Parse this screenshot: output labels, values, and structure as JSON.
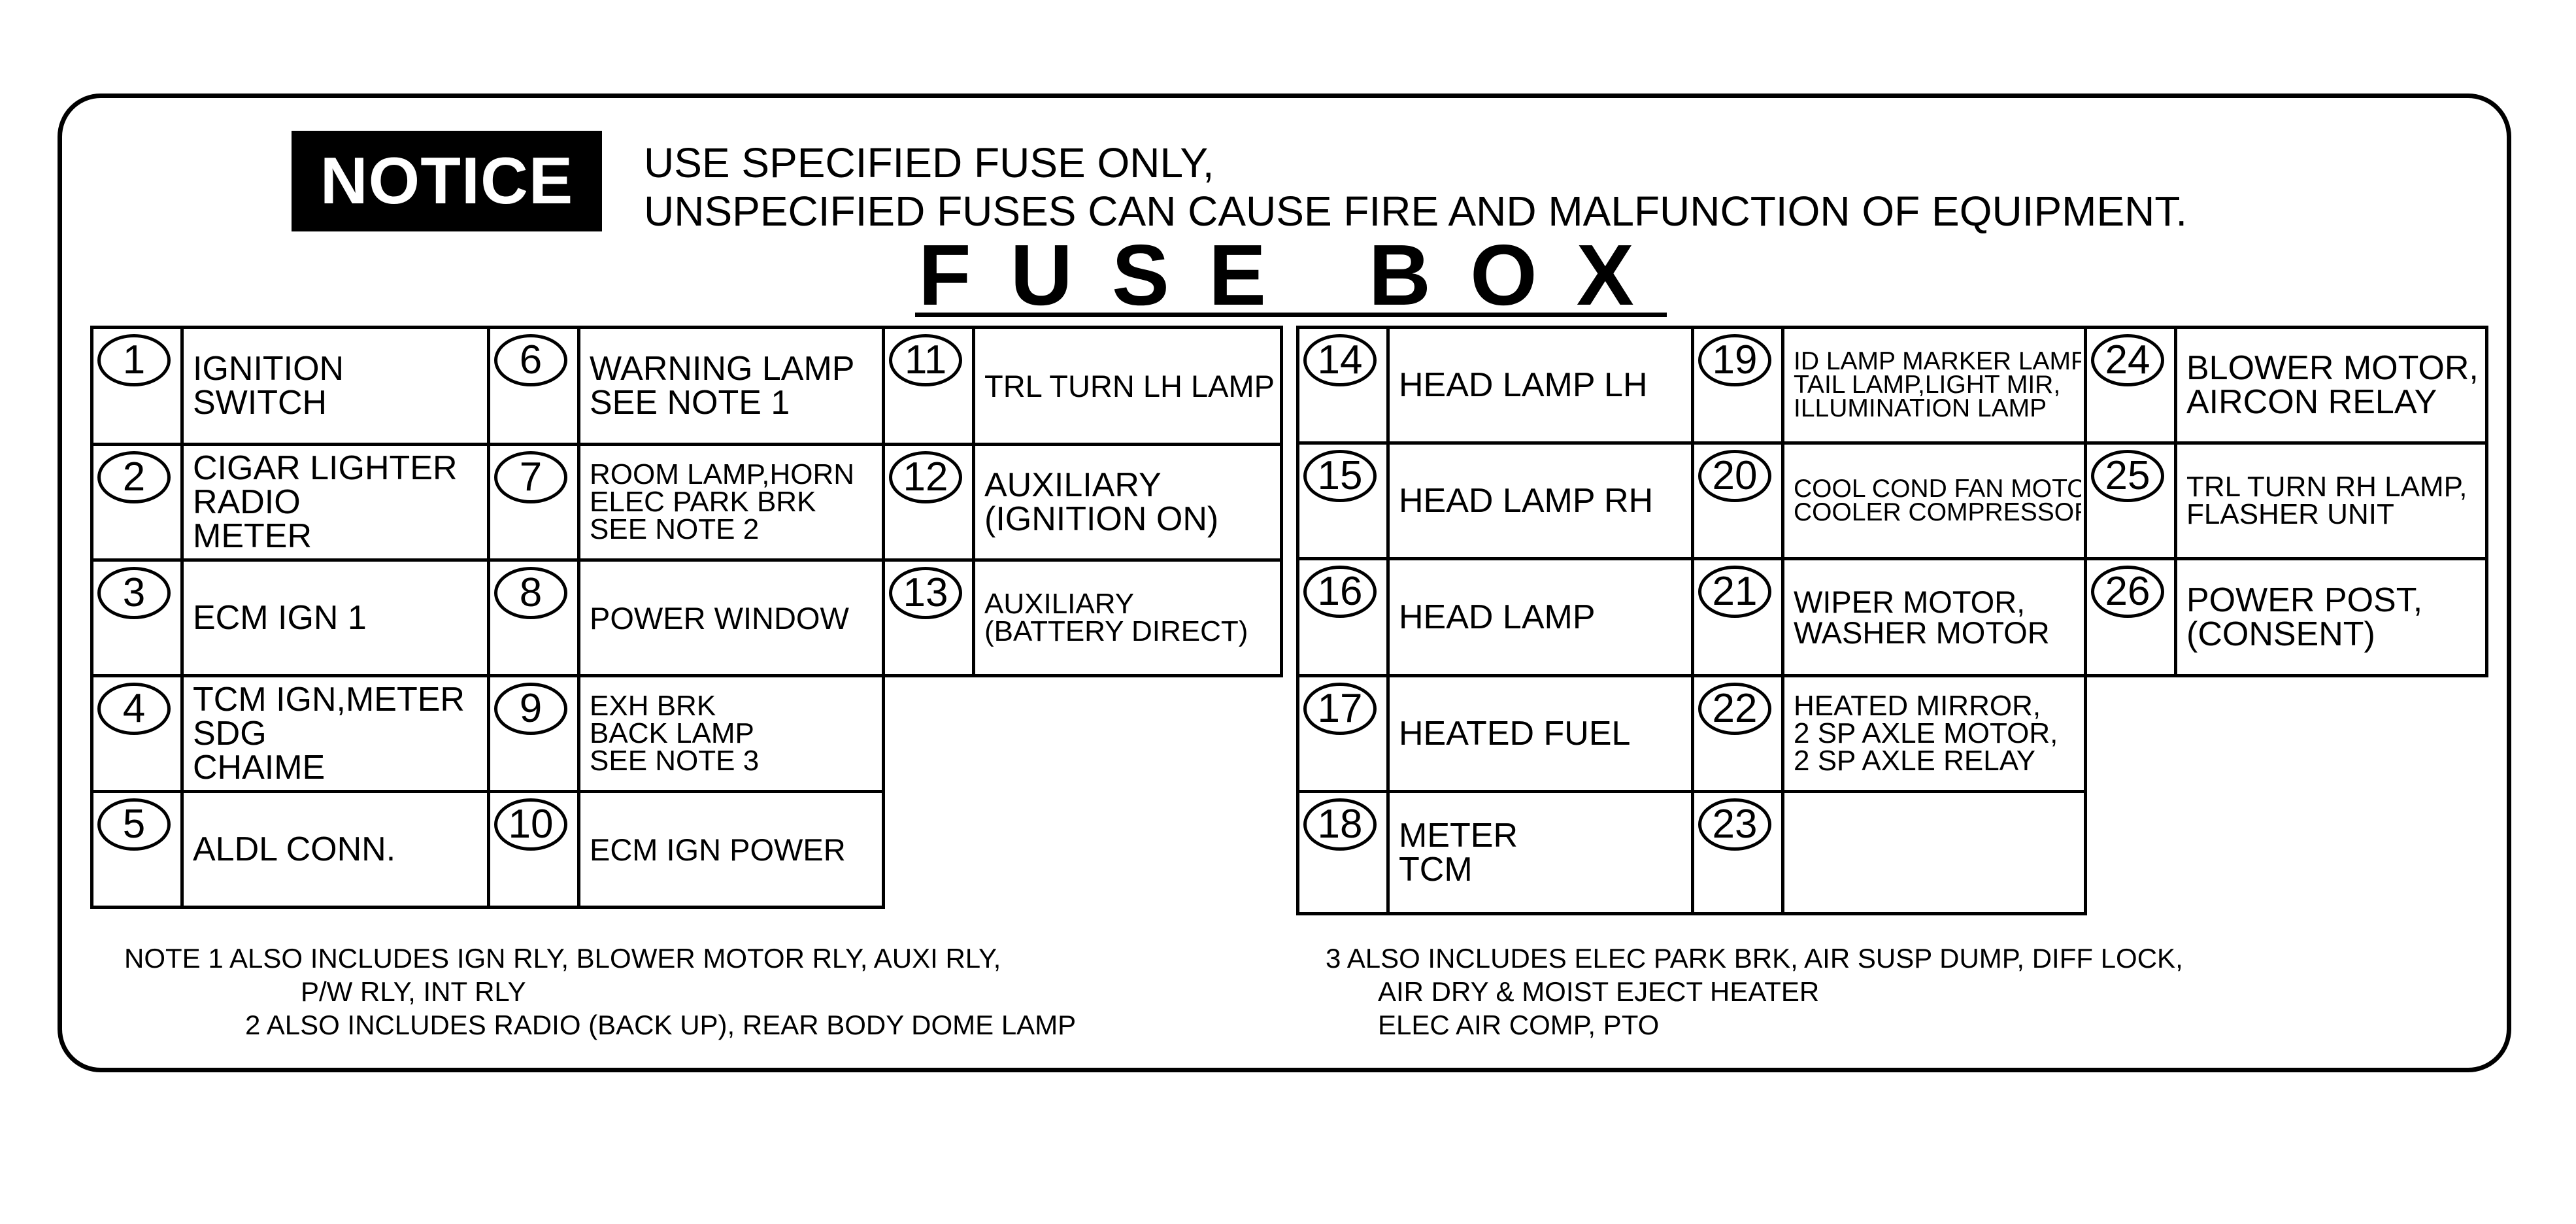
{
  "notice": {
    "badge": "NOTICE",
    "line1": "USE SPECIFIED FUSE ONLY,",
    "line2": "UNSPECIFIED FUSES CAN CAUSE FIRE AND MALFUNCTION OF EQUIPMENT."
  },
  "title": "FUSE BOX",
  "fuses": [
    {
      "num": "1",
      "lines": [
        "IGNITION",
        "SWITCH"
      ]
    },
    {
      "num": "2",
      "lines": [
        "CIGAR LIGHTER",
        "RADIO",
        "METER"
      ]
    },
    {
      "num": "3",
      "lines": [
        "ECM IGN 1"
      ]
    },
    {
      "num": "4",
      "lines": [
        "TCM IGN,METER",
        "SDG",
        "CHAIME"
      ]
    },
    {
      "num": "5",
      "lines": [
        "ALDL CONN."
      ]
    },
    {
      "num": "6",
      "lines": [
        "WARNING LAMP",
        "SEE NOTE 1"
      ]
    },
    {
      "num": "7",
      "lines": [
        "ROOM LAMP,HORN",
        "ELEC PARK BRK",
        "SEE NOTE 2"
      ]
    },
    {
      "num": "8",
      "lines": [
        "POWER WINDOW"
      ]
    },
    {
      "num": "9",
      "lines": [
        "EXH BRK",
        "BACK LAMP",
        "SEE NOTE 3"
      ]
    },
    {
      "num": "10",
      "lines": [
        "ECM IGN POWER"
      ]
    },
    {
      "num": "11",
      "lines": [
        "TRL TURN LH LAMP"
      ]
    },
    {
      "num": "12",
      "lines": [
        "AUXILIARY",
        "(IGNITION ON)"
      ]
    },
    {
      "num": "13",
      "lines": [
        "AUXILIARY",
        "(BATTERY DIRECT)"
      ]
    },
    {
      "num": "14",
      "lines": [
        "HEAD LAMP LH"
      ]
    },
    {
      "num": "15",
      "lines": [
        "HEAD LAMP RH"
      ]
    },
    {
      "num": "16",
      "lines": [
        "HEAD LAMP"
      ]
    },
    {
      "num": "17",
      "lines": [
        "HEATED FUEL"
      ]
    },
    {
      "num": "18",
      "lines": [
        "METER",
        "TCM"
      ]
    },
    {
      "num": "19",
      "lines": [
        "ID LAMP MARKER LAMP",
        "TAIL LAMP,LIGHT MIR,",
        "ILLUMINATION LAMP"
      ]
    },
    {
      "num": "20",
      "lines": [
        "COOL COND FAN MOTOR,",
        "COOLER COMPRESSOR"
      ]
    },
    {
      "num": "21",
      "lines": [
        "WIPER MOTOR,",
        "WASHER MOTOR"
      ]
    },
    {
      "num": "22",
      "lines": [
        "HEATED MIRROR,",
        "2 SP AXLE MOTOR,",
        "2 SP AXLE RELAY"
      ]
    },
    {
      "num": "23",
      "lines": []
    },
    {
      "num": "24",
      "lines": [
        "BLOWER MOTOR,",
        "AIRCON RELAY"
      ]
    },
    {
      "num": "25",
      "lines": [
        "TRL TURN RH LAMP,",
        "FLASHER UNIT"
      ]
    },
    {
      "num": "26",
      "lines": [
        "POWER POST,",
        "(CONSENT)"
      ]
    }
  ],
  "notes": {
    "n1a": "NOTE   1 ALSO INCLUDES IGN RLY, BLOWER MOTOR RLY, AUXI RLY,",
    "n1b": "P/W RLY, INT RLY",
    "n2": "2 ALSO INCLUDES RADIO (BACK UP), REAR BODY DOME LAMP",
    "n3a": "3 ALSO INCLUDES ELEC PARK BRK, AIR SUSP DUMP, DIFF LOCK,",
    "n3b": "AIR DRY & MOIST EJECT HEATER",
    "n3c": "ELEC AIR COMP, PTO"
  }
}
